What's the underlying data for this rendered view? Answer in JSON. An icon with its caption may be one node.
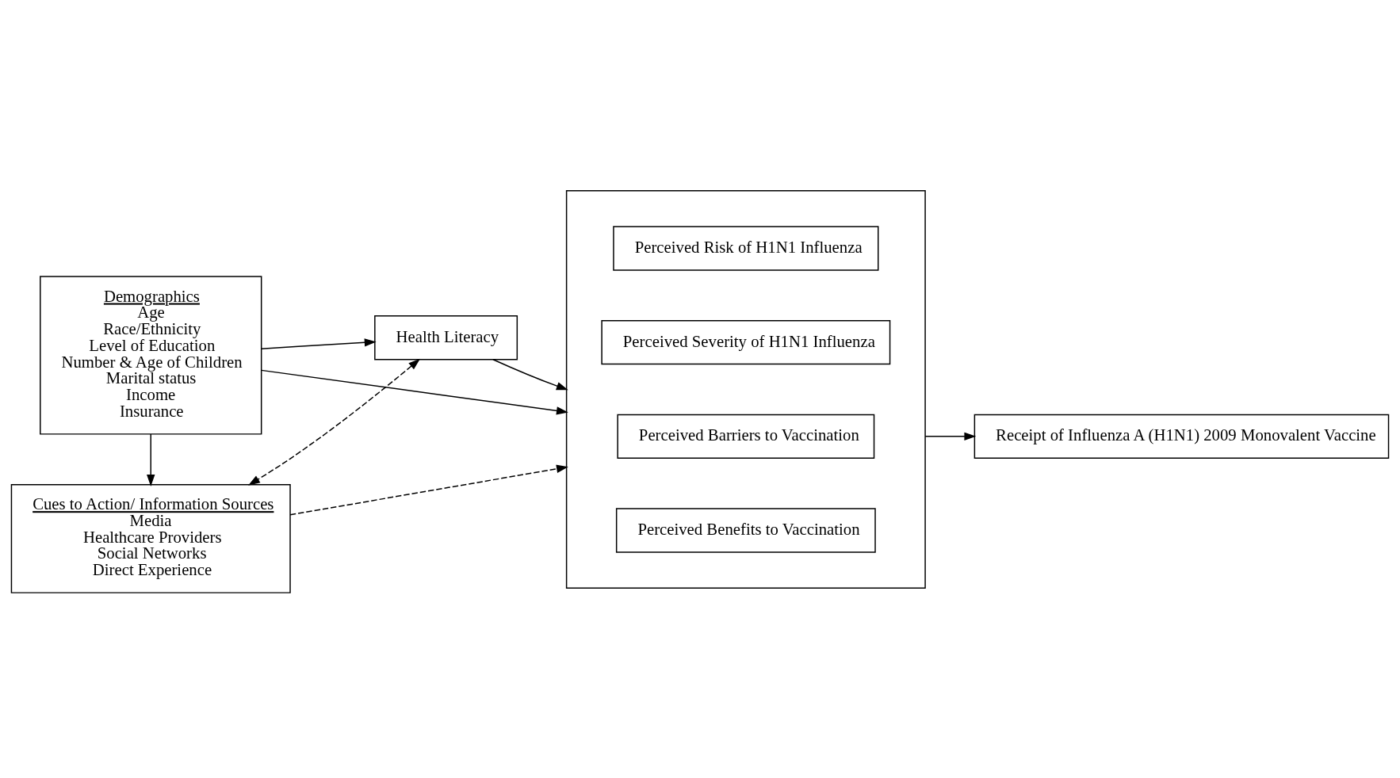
{
  "diagram": {
    "nodes": [
      {
        "text": [
          "Demographics",
          "Age",
          "Race/Ethnicity",
          "Level of Education",
          "Number & Age of Children",
          "Marital status",
          "Income",
          "Insurance"
        ]
      },
      {
        "text": [
          "Health Literacy"
        ]
      },
      {
        "text": [
          "Cues to Action/ Information Sources",
          "Media",
          "Healthcare Providers",
          "Social Networks",
          "Direct Experience"
        ]
      },
      {
        "text": [],
        "shape": "box"
      },
      {
        "text": [
          "Perceived Risk of H1N1 Influenza"
        ],
        "in": 3
      },
      {
        "text": [
          "Perceived Severity of H1N1 Influenza"
        ],
        "in": 3
      },
      {
        "text": [
          "Perceived Barriers to Vaccination"
        ],
        "in": 3
      },
      {
        "text": [
          "Perceived Benefits to Vaccination"
        ],
        "in": 3
      },
      {
        "text": [
          "Receipt of Influenza A (H1N1) 2009 Monovalent Vaccine"
        ]
      }
    ],
    "edges": [
      {
        "from": 0,
        "to": 3,
        "arrow": "to"
      },
      {
        "from": 0,
        "to": 1,
        "arrow": "to"
      },
      {
        "from": 0,
        "to": 2,
        "arrow": "to"
      },
      {
        "from": 1,
        "to": 2,
        "arrow": "both",
        "style": "dashed"
      },
      {
        "from": 1,
        "to": 3,
        "arrow": "to"
      },
      {
        "from": 2,
        "to": 3,
        "arrow": "to",
        "style": "dashed"
      },
      {
        "from": 3,
        "to": 8,
        "arrow": "to"
      }
    ]
  }
}
